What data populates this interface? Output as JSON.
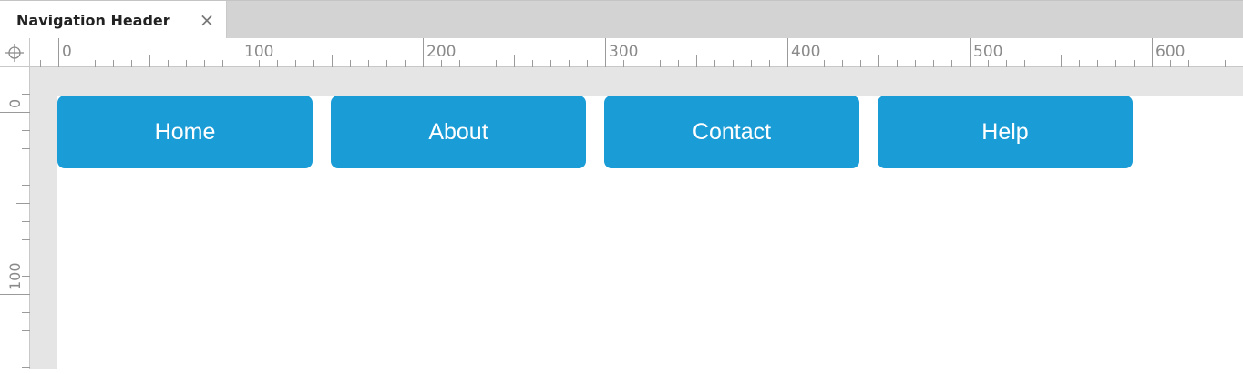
{
  "tab": {
    "title": "Navigation Header",
    "close_glyph": "×",
    "close_icon": "close-icon"
  },
  "rulers": {
    "corner_icon": "crosshair-icon",
    "horizontal_labels": [
      "0",
      "100",
      "200",
      "300",
      "400",
      "500",
      "600"
    ],
    "vertical_labels": [
      "0",
      "100"
    ]
  },
  "nav": {
    "items": [
      {
        "label": "Home"
      },
      {
        "label": "About"
      },
      {
        "label": "Contact"
      },
      {
        "label": "Help"
      }
    ]
  },
  "colors": {
    "button_bg": "#1a9cd6",
    "button_text": "#ffffff",
    "tabbar_bg": "#d3d3d3",
    "canvas_bg": "#e5e5e5"
  }
}
